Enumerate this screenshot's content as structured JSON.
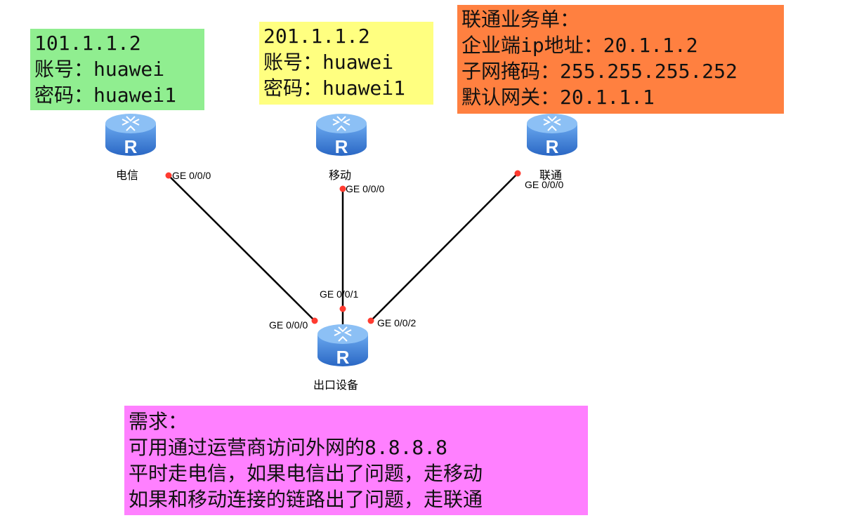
{
  "notes": {
    "telecom": [
      "101.1.1.2",
      "账号：huawei",
      "密码：huawei1"
    ],
    "mobile": [
      "201.1.1.2",
      "账号：huawei",
      "密码：huawei1"
    ],
    "unicom": [
      "联通业务单：",
      "企业端ip地址：20.1.1.2",
      "子网掩码：255.255.255.252",
      "默认网关：20.1.1.1"
    ],
    "requirements": [
      "需求：",
      "可用通过运营商访问外网的8.8.8.8",
      "平时走电信，如果电信出了问题，走移动",
      "如果和移动连接的链路出了问题，走联通"
    ]
  },
  "devices": {
    "telecom": {
      "label": "电信",
      "icon": "router-icon",
      "icon_letter": "R"
    },
    "mobile": {
      "label": "移动",
      "icon": "router-icon",
      "icon_letter": "R"
    },
    "unicom": {
      "label": "联通",
      "icon": "router-icon",
      "icon_letter": "R"
    },
    "exit": {
      "label": "出口设备",
      "icon": "router-icon",
      "icon_letter": "R"
    }
  },
  "ports": {
    "telecom_side": "GE 0/0/0",
    "mobile_side": "GE 0/0/0",
    "unicom_side": "GE 0/0/0",
    "exit_to_telecom": "GE 0/0/0",
    "exit_to_mobile": "GE 0/0/1",
    "exit_to_unicom": "GE 0/0/2"
  },
  "colors": {
    "telecom_note": "#90ee90",
    "mobile_note": "#ffff80",
    "unicom_note": "#ff8040",
    "requirements_note": "#ff80ff",
    "router_fill": "#3d7fd6",
    "port_dot": "#ff3b30",
    "link": "#000000"
  }
}
